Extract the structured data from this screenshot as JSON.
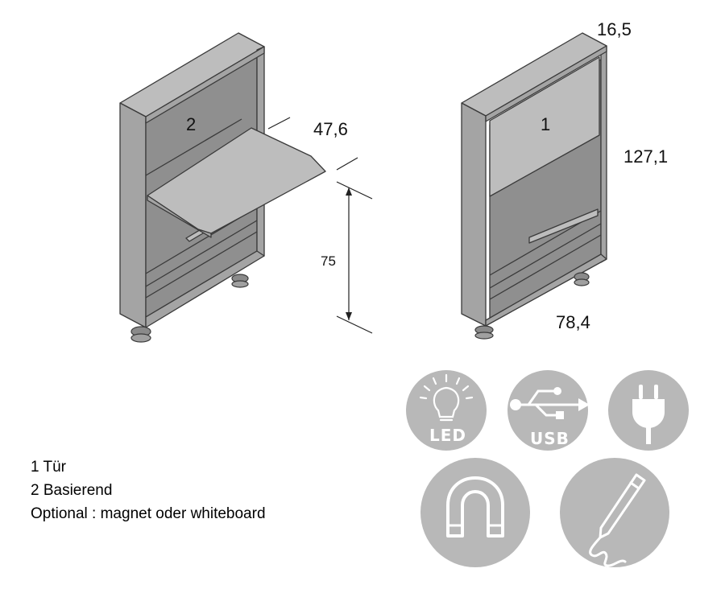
{
  "dimensions": {
    "depth_shelf": "47,6",
    "table_height": "75",
    "top_depth": "16,5",
    "total_height": "127,1",
    "width": "78,4"
  },
  "parts": {
    "basis_label": "2",
    "door_label": "1"
  },
  "legend": [
    "1 Tür",
    "2 Basierend",
    "Optional : magnet oder whiteboard"
  ],
  "icons": {
    "led_text": "LED",
    "usb_text": "USB",
    "icon_names": [
      "led-bulb-icon",
      "usb-icon",
      "power-plug-icon",
      "magnet-icon",
      "whiteboard-pen-icon"
    ],
    "circle_color": "#b8b8b8"
  }
}
